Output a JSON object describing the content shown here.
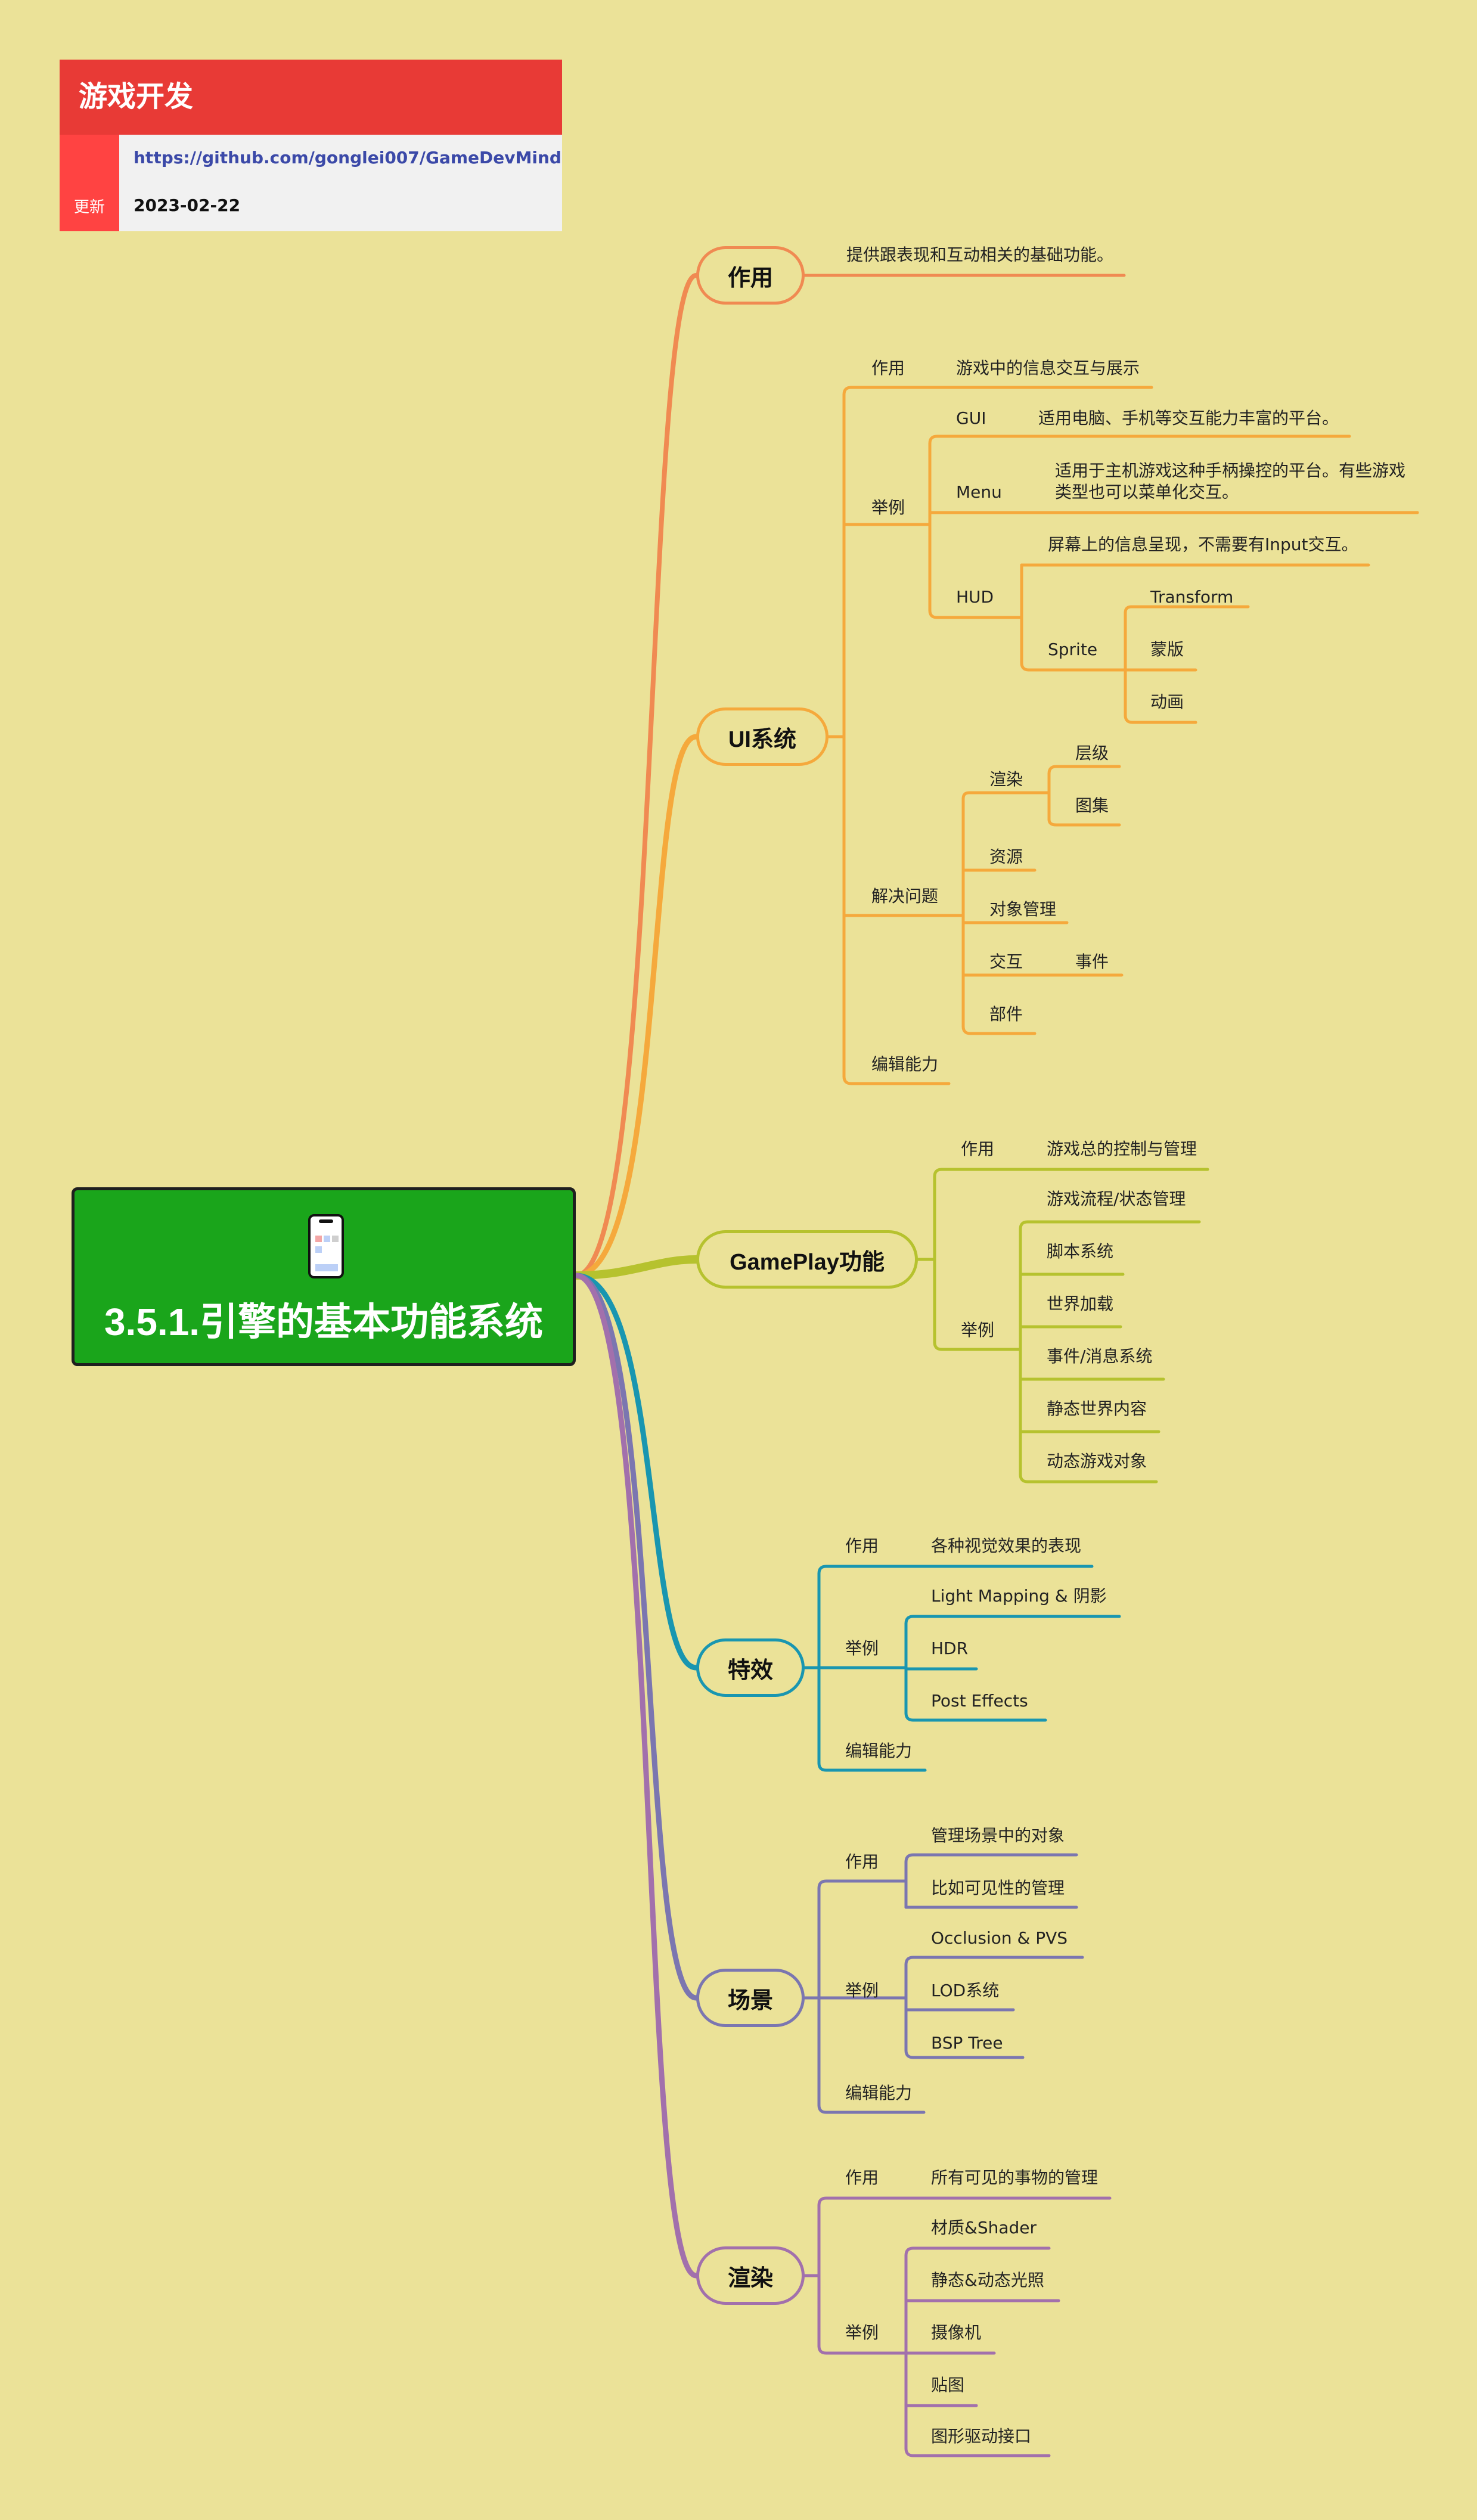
{
  "info": {
    "title": "游戏开发",
    "side_label": "更新",
    "link": "https://github.com/gonglei007/GameDevMind",
    "date": "2023-02-22"
  },
  "root": {
    "title": "3.5.1.引擎的基本功能系统",
    "icon": "mobile-phone-icon"
  },
  "colors": {
    "background": "#ebe298",
    "root_fill": "#1aa51b",
    "info_header": "#e83a36",
    "info_side": "#ff4342",
    "info_link": "#3b49a8",
    "branch_zuoyong": "#f08a52",
    "branch_ui": "#f5a93c",
    "branch_gameplay": "#b6c22e",
    "branch_texiao": "#1996b0",
    "branch_changjing": "#7b76b0",
    "branch_xuanran": "#a270ac"
  },
  "branches": {
    "zuoyong": {
      "label": "作用",
      "desc": "提供跟表现和互动相关的基础功能。"
    },
    "ui": {
      "label": "UI系统",
      "zuoyong": "作用",
      "zuoyong_desc": "游戏中的信息交互与展示",
      "juli": "举例",
      "gui": "GUI",
      "gui_desc": "适用电脑、手机等交互能力丰富的平台。",
      "menu": "Menu",
      "menu_desc": "适用于主机游戏这种手柄操控的平台。有些游戏类型也可以菜单化交互。",
      "hud": "HUD",
      "hud_desc": "屏幕上的信息呈现，不需要有Input交互。",
      "sprite": "Sprite",
      "transform": "Transform",
      "mengban": "蒙版",
      "donghua": "动画",
      "jiejue": "解决问题",
      "xuanran": "渲染",
      "cengji": "层级",
      "tuji": "图集",
      "ziyuan": "资源",
      "duixiang": "对象管理",
      "jiaohu": "交互",
      "shijian": "事件",
      "bujian": "部件",
      "bianji": "编辑能力"
    },
    "gameplay": {
      "label": "GamePlay功能",
      "zuoyong": "作用",
      "zuoyong_desc": "游戏总的控制与管理",
      "juli": "举例",
      "items": [
        "游戏流程/状态管理",
        "脚本系统",
        "世界加载",
        "事件/消息系统",
        "静态世界内容",
        "动态游戏对象"
      ]
    },
    "texiao": {
      "label": "特效",
      "zuoyong": "作用",
      "zuoyong_desc": "各种视觉效果的表现",
      "juli": "举例",
      "items": [
        "Light Mapping & 阴影",
        "HDR",
        "Post Effects"
      ],
      "bianji": "编辑能力"
    },
    "changjing": {
      "label": "场景",
      "zuoyong": "作用",
      "zuoyong_items": [
        "管理场景中的对象",
        "比如可见性的管理"
      ],
      "juli": "举例",
      "items": [
        "Occlusion & PVS",
        "LOD系统",
        "BSP Tree"
      ],
      "bianji": "编辑能力"
    },
    "xuanran": {
      "label": "渲染",
      "zuoyong": "作用",
      "zuoyong_desc": "所有可见的事物的管理",
      "juli": "举例",
      "items": [
        "材质&Shader",
        "静态&动态光照",
        "摄像机",
        "贴图",
        "图形驱动接口"
      ]
    }
  }
}
